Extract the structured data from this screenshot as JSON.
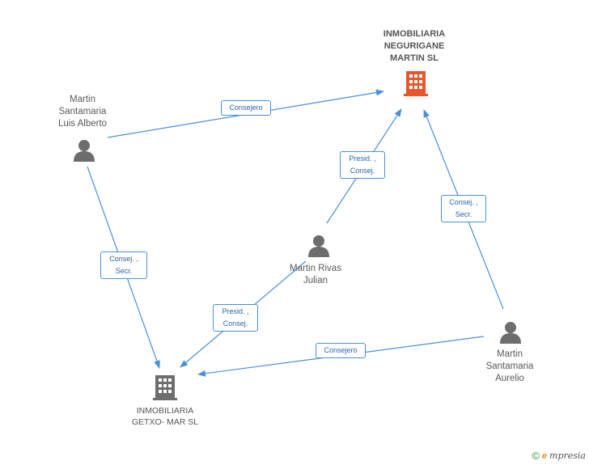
{
  "nodes": {
    "neg": {
      "label": "INMOBILIARIA\nNEGURIGANE\nMARTIN SL",
      "kind": "company",
      "color": "#e8552b"
    },
    "luis": {
      "label": "Martin\nSantamaria\nLuis Alberto",
      "kind": "person"
    },
    "julian": {
      "label": "Martin Rivas\nJulian",
      "kind": "person"
    },
    "aurelio": {
      "label": "Martin\nSantamaria\nAurelio",
      "kind": "person"
    },
    "getxo": {
      "label": "INMOBILIARIA\nGETXO- MAR  SL",
      "kind": "company",
      "color": "#6d6d6d"
    }
  },
  "edges": {
    "luis_neg": "Consejero",
    "julian_neg": "Presid. ,\nConsej.",
    "aurelio_neg": "Consej. ,\nSecr.",
    "luis_getxo": "Consej. ,\nSecr.",
    "julian_getxo": "Presid. ,\nConsej.",
    "aurelio_getxo": "Consejero"
  },
  "footer": {
    "copyright": "©",
    "brand_initial": "e",
    "brand": "mpresia"
  },
  "colors": {
    "edge": "#4a90d9",
    "person_icon": "#6d6d6d"
  }
}
